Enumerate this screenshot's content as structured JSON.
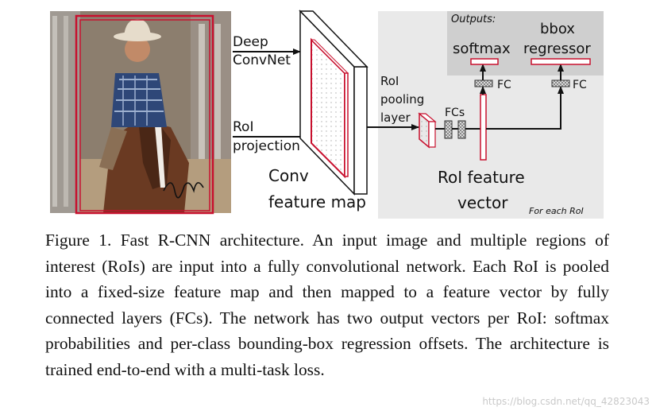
{
  "figure": {
    "deep_convnet_label": [
      "Deep",
      "ConvNet"
    ],
    "roi_projection_label": [
      "RoI",
      "projection"
    ],
    "conv_feature_map_label": [
      "Conv",
      "feature map"
    ],
    "roi_pooling_label": [
      "RoI",
      "pooling",
      "layer"
    ],
    "fcs_label": "FCs",
    "roi_feature_vector_label": [
      "RoI feature",
      "vector"
    ],
    "outputs_label": "Outputs:",
    "softmax_label": "softmax",
    "bbox_regressor_label": [
      "bbox",
      "regressor"
    ],
    "fc_label_left": "FC",
    "fc_label_right": "FC",
    "for_each_roi_label": "For each RoI",
    "photo_signature": "Bill Cage",
    "colors": {
      "roi_box": "#c8102e",
      "panel_bg": "#e9e9e9",
      "outputs_bg": "#cfcfcf",
      "arrow": "#111111"
    }
  },
  "caption": {
    "text": "Figure 1. Fast R-CNN architecture.  An input image and multiple regions of interest (RoIs) are input into a fully convolutional network.  Each RoI is pooled into a fixed-size feature map and then mapped to a feature vector by fully connected layers (FCs). The network has two output vectors per RoI: softmax probabilities and per-class bounding-box regression offsets. The architecture is trained end-to-end with a multi-task loss."
  },
  "watermark": "https://blog.csdn.net/qq_42823043"
}
